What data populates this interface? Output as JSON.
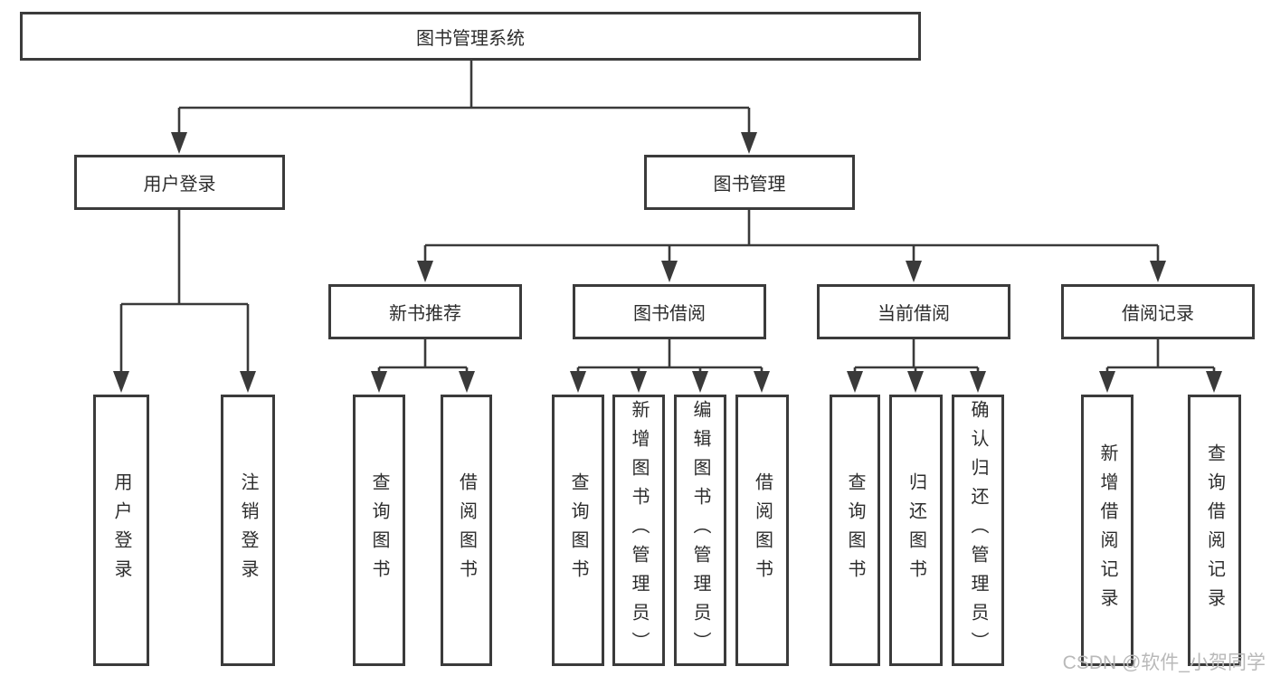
{
  "tree": {
    "root": {
      "label": "图书管理系统",
      "children": [
        {
          "label": "用户登录",
          "children": [
            {
              "label": "用户登录"
            },
            {
              "label": "注销登录"
            }
          ]
        },
        {
          "label": "图书管理",
          "children": [
            {
              "label": "新书推荐",
              "children": [
                {
                  "label": "查询图书"
                },
                {
                  "label": "借阅图书"
                }
              ]
            },
            {
              "label": "图书借阅",
              "children": [
                {
                  "label": "查询图书"
                },
                {
                  "label": "新增图书（管理员）"
                },
                {
                  "label": "编辑图书（管理员）"
                },
                {
                  "label": "借阅图书"
                }
              ]
            },
            {
              "label": "当前借阅",
              "children": [
                {
                  "label": "查询图书"
                },
                {
                  "label": "归还图书"
                },
                {
                  "label": "确认归还（管理员）"
                }
              ]
            },
            {
              "label": "借阅记录",
              "children": [
                {
                  "label": "新增借阅记录"
                },
                {
                  "label": "查询借阅记录"
                }
              ]
            }
          ]
        }
      ]
    }
  },
  "watermark": {
    "text": "CSDN @软件_小贺同学"
  },
  "colors": {
    "line": "#3a3a3a",
    "border": "#3b3b3b",
    "text": "#2d2d2d",
    "watermark": "#b9b9b9"
  }
}
